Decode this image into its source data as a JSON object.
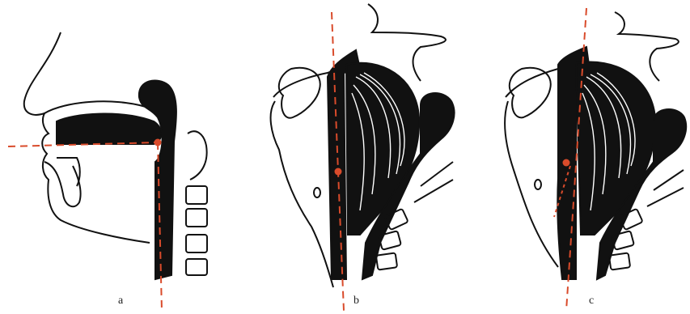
{
  "figure": {
    "panels": [
      {
        "id": "a",
        "label": "a"
      },
      {
        "id": "b",
        "label": "b"
      },
      {
        "id": "c",
        "label": "c"
      }
    ]
  },
  "colors": {
    "ink": "#111111",
    "guide": "#d94b2b",
    "paper": "#ffffff"
  }
}
